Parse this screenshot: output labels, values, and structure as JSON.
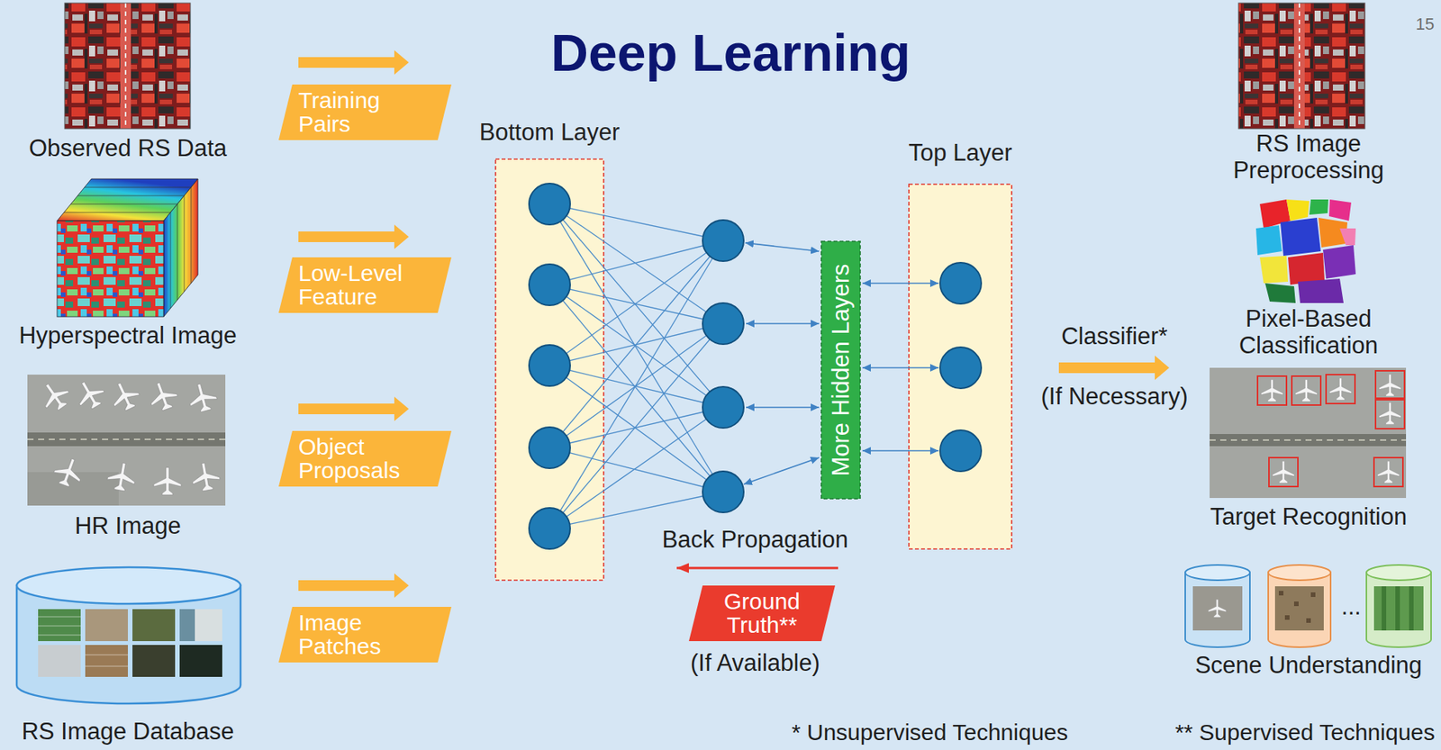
{
  "diagram": {
    "title": "Deep Learning",
    "nodes": [
      {
        "text": [
          "Training Pairs"
        ]
      },
      {
        "text": [
          "Low-Level Feature"
        ]
      },
      {
        "text": [
          "Object Proposals"
        ]
      },
      {
        "text": [
          "Image Patches"
        ]
      },
      {
        "text": [
          "Bottom Layer"
        ]
      },
      {
        "text": [
          "More Hidden Layers"
        ]
      },
      {
        "text": [
          "Top Layer"
        ]
      },
      {
        "text": [
          "Ground Truth**"
        ]
      }
    ],
    "labels": [
      "15",
      "Observed RS Data",
      "Hyperspectral Image",
      "HR Image",
      "RS Image Database",
      "Back Propagation",
      "(If Available)",
      "Classifier*",
      "(If Necessary)",
      "RS Image Preprocessing",
      "Pixel-Based Classification",
      "Target Recognition",
      "...",
      "Scene Understanding",
      "* Unsupervised Techniques",
      "** Supervised Techniques"
    ]
  }
}
